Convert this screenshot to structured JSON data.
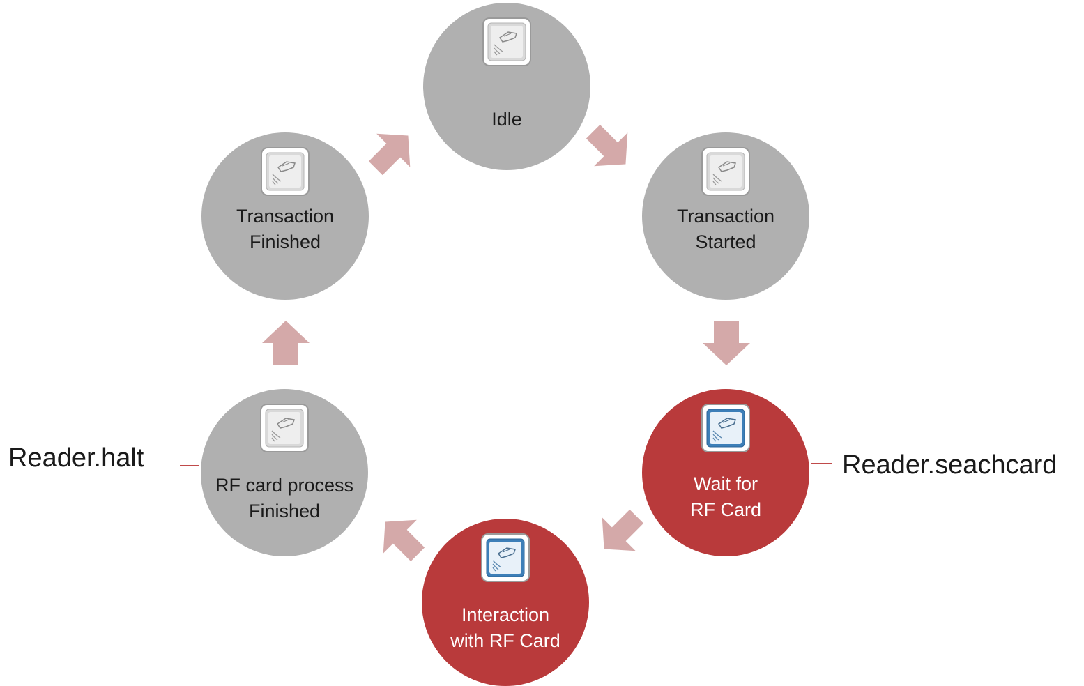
{
  "colors": {
    "inactive_state": "#b0b0b0",
    "active_state": "#b93a3b",
    "arrow": "#d4a9a9",
    "leader_line": "#c04a4a"
  },
  "states": [
    {
      "id": "idle",
      "label": "Idle",
      "active": false,
      "icon": "rfid-reader-icon"
    },
    {
      "id": "started",
      "label": "Transaction\nStarted",
      "active": false,
      "icon": "rfid-reader-icon"
    },
    {
      "id": "wait",
      "label": "Wait for\nRF Card",
      "active": true,
      "icon": "rfid-reader-icon"
    },
    {
      "id": "interact",
      "label": "Interaction\nwith RF Card",
      "active": true,
      "icon": "rfid-reader-icon"
    },
    {
      "id": "rfproc",
      "label": "RF card process\nFinished",
      "active": false,
      "icon": "rfid-reader-icon"
    },
    {
      "id": "finished",
      "label": "Transaction\nFinished",
      "active": false,
      "icon": "rfid-reader-icon"
    }
  ],
  "annotations": {
    "halt": "Reader.halt",
    "search": "Reader.seachcard"
  }
}
